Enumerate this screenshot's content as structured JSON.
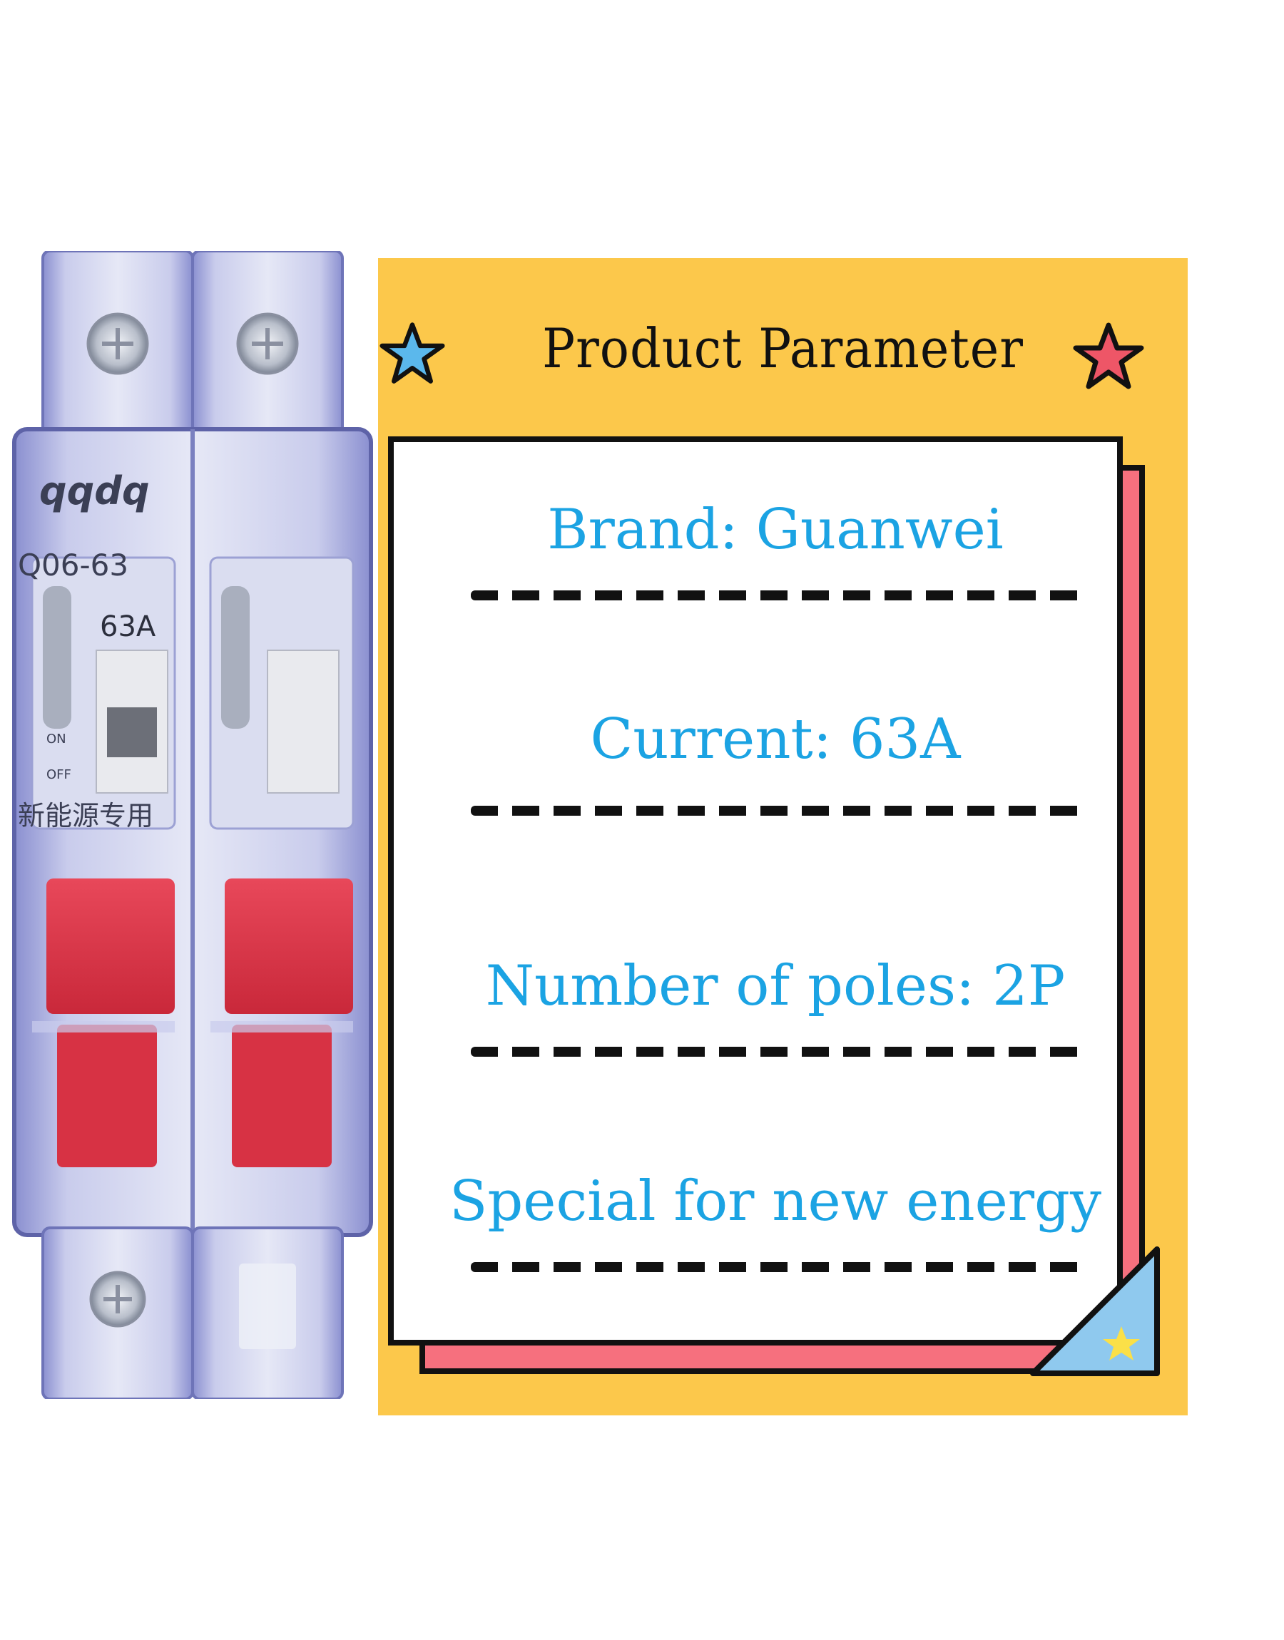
{
  "product_image": {
    "brand_mark": "qqdq",
    "model_text": "Q06-63",
    "rating_text": "63A",
    "on_label": "ON",
    "off_label": "OFF",
    "chinese_text": "新能源专用"
  },
  "card": {
    "title": "Product Parameter",
    "params": [
      {
        "text": "Brand: Guanwei"
      },
      {
        "text": "Current: 63A"
      },
      {
        "text": "Number of poles: 2P"
      },
      {
        "text": "Special for new energy"
      }
    ]
  },
  "colors": {
    "card_background": "#FCC84B",
    "back_sheet": "#F6707E",
    "param_text": "#1BA3E3",
    "corner_fold": "#8FC9EE",
    "star_blue": "#5BB8EC",
    "star_red": "#EE5667",
    "star_yellow": "#FBE048",
    "toggle_red": "#E53945"
  }
}
